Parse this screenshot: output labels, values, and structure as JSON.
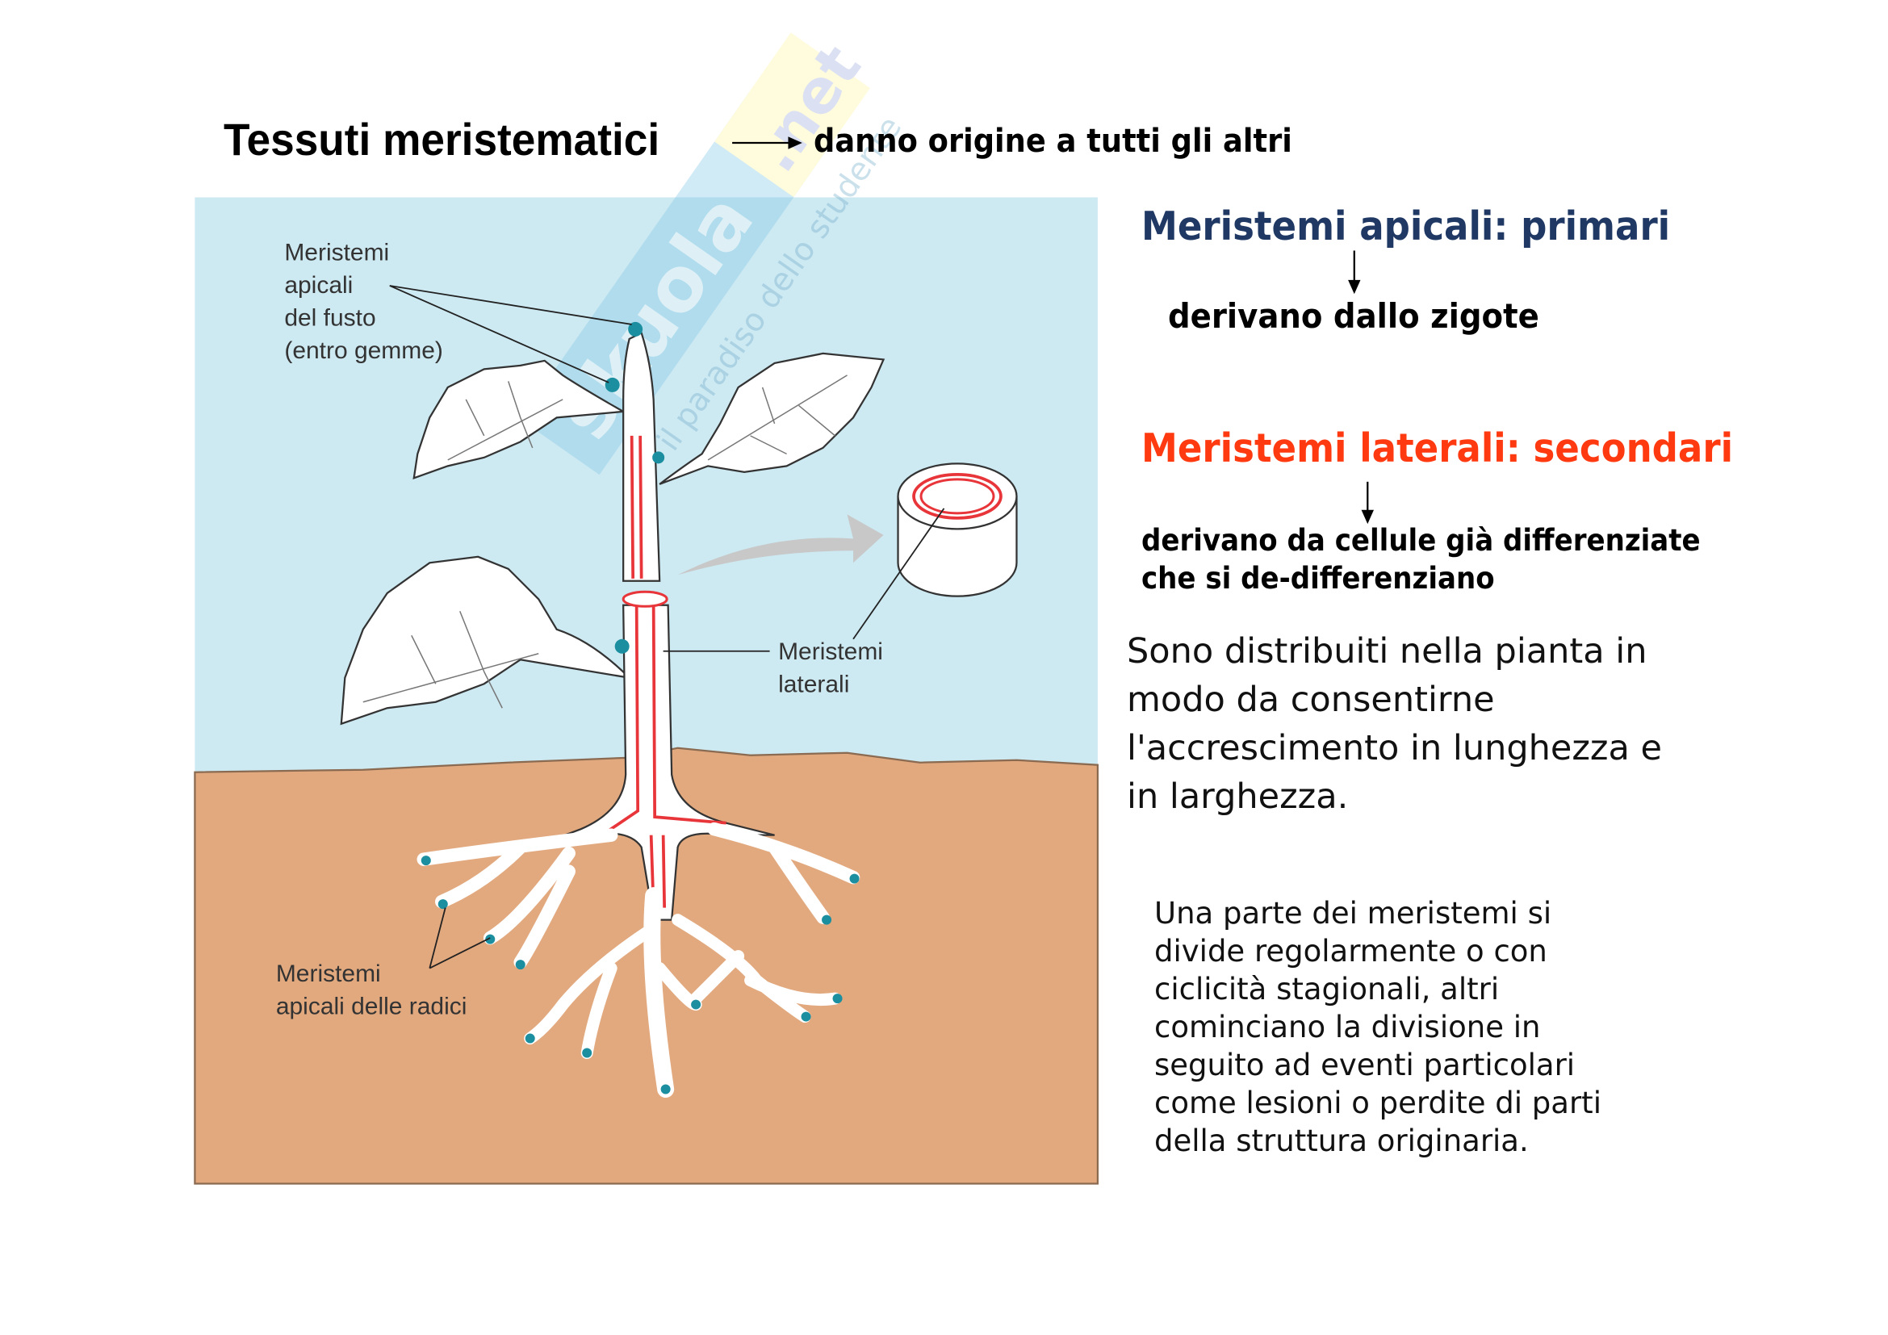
{
  "header": {
    "title": "Tessuti meristematici",
    "subtitle": "danno origine a tutti gli altri"
  },
  "apical": {
    "heading": "Meristemi apicali: primari",
    "derivation": "derivano dallo zigote"
  },
  "lateral": {
    "heading": "Meristemi laterali: secondari",
    "derivation_lines": [
      "derivano da cellule già differenziate",
      "che si de-differenziano"
    ]
  },
  "paragraph1_lines": [
    "Sono distribuiti nella pianta in",
    "modo da consentirne",
    "l'accrescimento in lunghezza e",
    "in larghezza."
  ],
  "paragraph2_lines": [
    "Una parte dei meristemi si",
    "divide regolarmente o con",
    "ciclicità stagionali, altri",
    "cominciano la divisione in",
    "seguito ad eventi particolari",
    "come lesioni o perdite di parti",
    "della struttura originaria."
  ],
  "diagram": {
    "label_shoot": [
      "Meristemi",
      "apicali",
      "del fusto",
      "(entro gemme)"
    ],
    "label_lateral": [
      "Meristemi",
      "laterali"
    ],
    "label_root": [
      "Meristemi",
      "apicali delle radici"
    ]
  },
  "watermark": "skuola.net — il paradiso dello studente",
  "colors": {
    "apical_heading": "#1f3864",
    "lateral_heading": "#ff3a10",
    "sky": "#cde9f2",
    "soil": "#e2a97f",
    "meristem_tip": "#1b8fa0",
    "cambium": "#e8353a"
  }
}
